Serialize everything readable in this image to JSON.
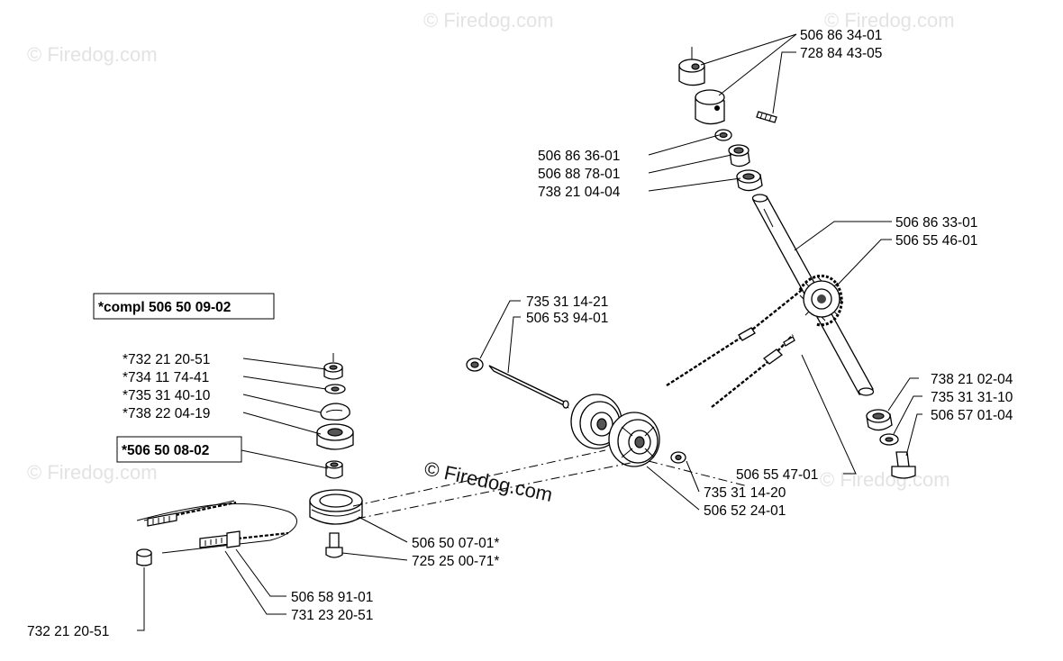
{
  "watermark": "© Firedog.com",
  "callouts": {
    "p506863401": "506 86 34-01",
    "p728844305": "728 84 43-05",
    "p506863601": "506 86 36-01",
    "p506887801": "506 88 78-01",
    "p738210404": "738 21 04-04",
    "p506863301": "506 86 33-01",
    "p506554601": "506 55 46-01",
    "p735311421": "735 31 14-21",
    "p506539401": "506 53 94-01",
    "compl": "*compl 506 50 09-02",
    "p732212051s": "*732 21 20-51",
    "p734117441s": "*734 11 74-41",
    "p735314010s": "*735 31 40-10",
    "p738220419s": "*738 22 04-19",
    "p506500802s": "*506 50 08-02",
    "p738210204": "738 21 02-04",
    "p735313110": "735 31 31-10",
    "p506570104": "506 57 01-04",
    "p506554701": "506 55 47-01",
    "p735311420": "735 31 14-20",
    "p506522401": "506 52 24-01",
    "p506500701s": "506 50 07-01*",
    "p725250071s": "725 25 00-71*",
    "p506589101": "506 58 91-01",
    "p731232051": "731 23 20-51",
    "p732212051": "732 21 20-51"
  }
}
